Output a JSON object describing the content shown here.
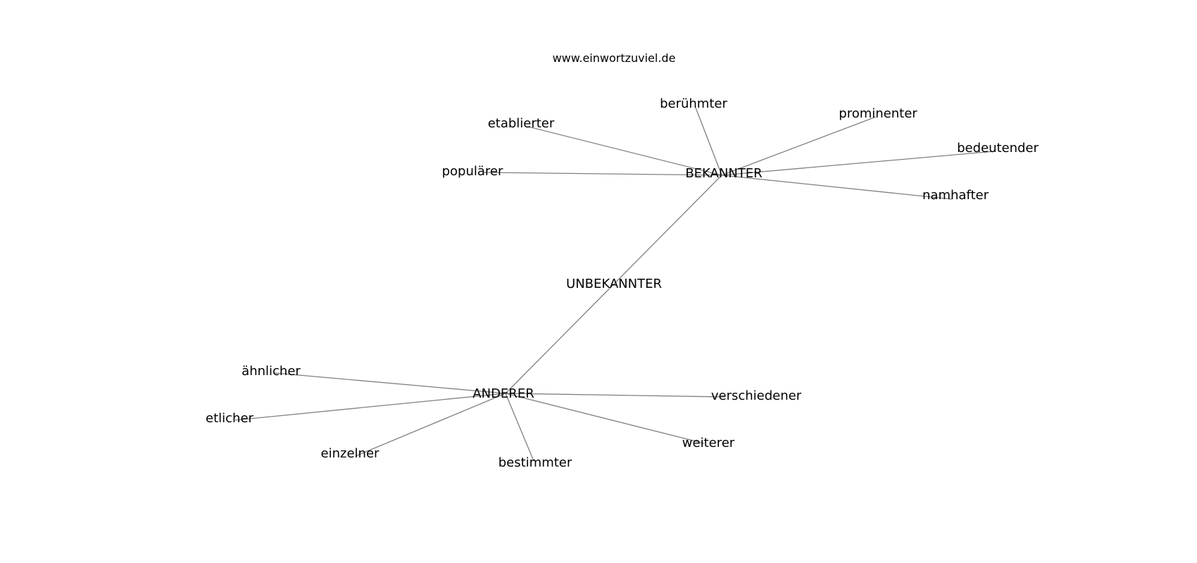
{
  "header": {
    "site": "www.einwortzuviel.de"
  },
  "graph": {
    "nodes": [
      {
        "id": "unbekannter",
        "label": "UNBEKANNTER"
      },
      {
        "id": "bekannter",
        "label": "BEKANNTER"
      },
      {
        "id": "anderer",
        "label": "ANDERER"
      },
      {
        "id": "etablierter",
        "label": "etablierter"
      },
      {
        "id": "beruehmter",
        "label": "berühmter"
      },
      {
        "id": "prominenter",
        "label": "prominenter"
      },
      {
        "id": "bedeutender",
        "label": "bedeutender"
      },
      {
        "id": "namhafter",
        "label": "namhafter"
      },
      {
        "id": "populaerer",
        "label": "populärer"
      },
      {
        "id": "aehnlicher",
        "label": "ähnlicher"
      },
      {
        "id": "etlicher",
        "label": "etlicher"
      },
      {
        "id": "einzelner",
        "label": "einzelner"
      },
      {
        "id": "bestimmter",
        "label": "bestimmter"
      },
      {
        "id": "weiterer",
        "label": "weiterer"
      },
      {
        "id": "verschiedener",
        "label": "verschiedener"
      }
    ],
    "edges": [
      [
        "bekannter",
        "anderer"
      ],
      [
        "bekannter",
        "etablierter"
      ],
      [
        "bekannter",
        "beruehmter"
      ],
      [
        "bekannter",
        "prominenter"
      ],
      [
        "bekannter",
        "bedeutender"
      ],
      [
        "bekannter",
        "namhafter"
      ],
      [
        "bekannter",
        "populaerer"
      ],
      [
        "anderer",
        "aehnlicher"
      ],
      [
        "anderer",
        "etlicher"
      ],
      [
        "anderer",
        "einzelner"
      ],
      [
        "anderer",
        "bestimmter"
      ],
      [
        "anderer",
        "weiterer"
      ],
      [
        "anderer",
        "verschiedener"
      ]
    ]
  },
  "colors": {
    "edge": "#808080",
    "text": "#000000",
    "background": "#ffffff"
  }
}
